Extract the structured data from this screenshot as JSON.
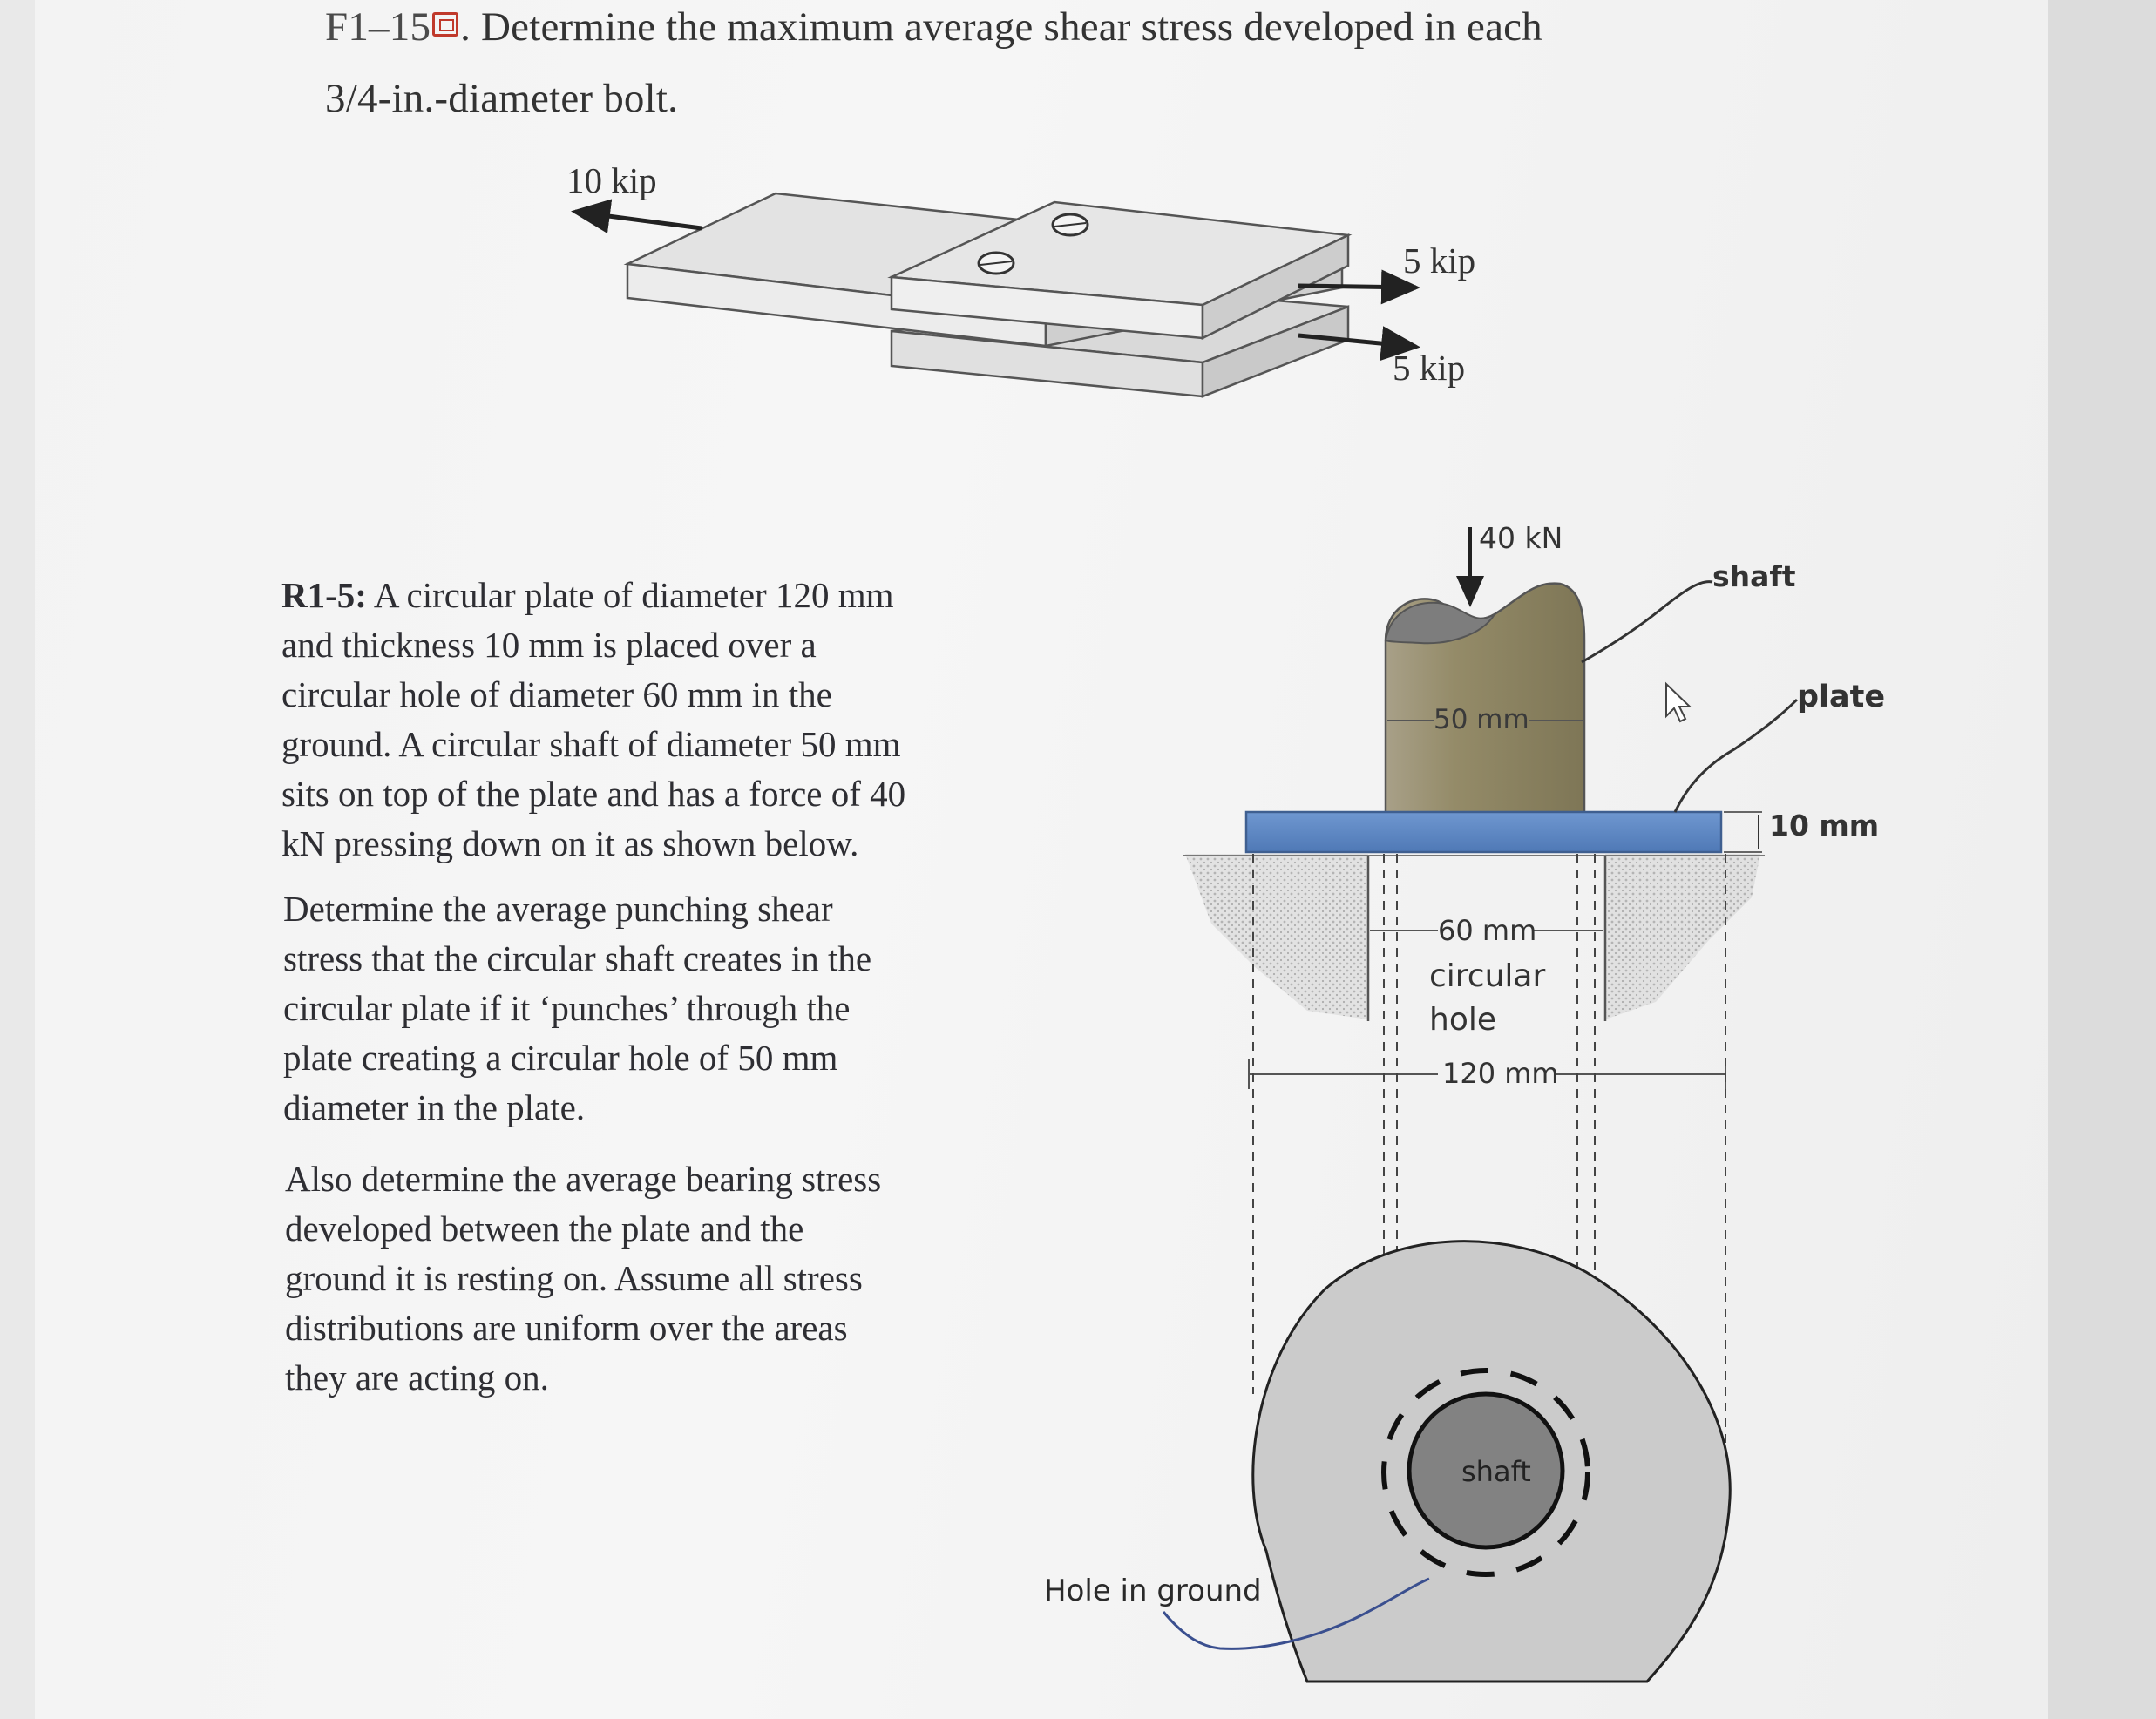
{
  "header": {
    "problem_code": "F1–15",
    "icon": "video-icon",
    "line1_text": ". Determine the maximum average shear stress developed in each",
    "line2_text": "3/4-in.-diameter bolt."
  },
  "figure1": {
    "force_left": "10 kip",
    "force_right_top": "5 kip",
    "force_right_bottom": "5 kip"
  },
  "problem_r15": {
    "label": "R1-5:",
    "paragraph1_lines": [
      " A circular plate of diameter 120 mm",
      "and thickness 10 mm is placed over a",
      "circular hole of diameter 60 mm in the",
      "ground. A circular shaft of diameter 50 mm",
      "sits on top of the plate and has a force of 40",
      "kN pressing down on it as shown below."
    ],
    "paragraph2_lines": [
      "Determine the average punching shear",
      "stress that the circular shaft creates in the",
      "circular plate if it ‘punches’ through the",
      "plate creating a circular hole of 50 mm",
      "diameter in the plate."
    ],
    "paragraph3_lines": [
      "Also determine the average bearing stress",
      "developed between the plate and the",
      "ground it is resting on. Assume all stress",
      "distributions are uniform over the areas",
      "they are acting on."
    ]
  },
  "figure2": {
    "force": "40 kN",
    "shaft_label": "shaft",
    "plate_label": "plate",
    "thickness_label": "10 mm",
    "shaft_diameter": "50 mm",
    "hole_diameter": "60 mm",
    "hole_label_line1": "circular",
    "hole_label_line2": "hole",
    "plate_diameter": "120 mm",
    "top_view_shaft_label": "shaft",
    "hole_in_ground_label": "Hole in ground"
  },
  "colors": {
    "plate_blue": "#5b86c4",
    "shaft_olive": "#8c8462",
    "ground_gray": "#b9b9b9",
    "plate_top_gray": "#c9c9c9",
    "shaft_top_gray": "#7b7b7b"
  }
}
